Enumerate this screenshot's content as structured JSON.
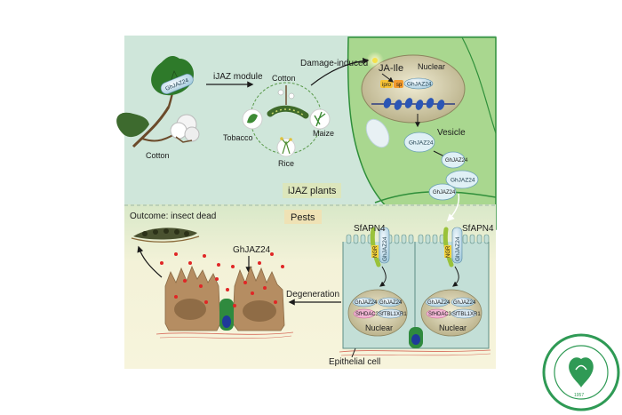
{
  "colors": {
    "top_bg": "#cfe7dc",
    "bottom_bg": "#f5f3d8",
    "cell_green": "#a6d58e",
    "nucleus": "#c9c3a2",
    "epithelial": "#c3dfd7",
    "dead_cell": "#b58d62",
    "red_dot": "#e02626",
    "logo_green": "#2f9a55"
  },
  "labels": {
    "cotton_gene": "GhJAZ24",
    "cotton_plant": "Cotton",
    "ijaz_module": "iJAZ module",
    "cotton_small": "Cotton",
    "tobacco": "Tobacco",
    "maize": "Maize",
    "rice": "Rice",
    "damage_induced": "Damage-induced",
    "ja_ile": "JA-Ile",
    "nuclear_top": "Nuclear",
    "ipro": "ipro",
    "sp": "sp",
    "ghjaz24_nuc": "GhJAZ24",
    "vesicle": "Vesicle",
    "ghjaz24_v1": "GhJAZ24",
    "ghjaz24_v2": "GhJAZ24",
    "ghjaz24_v3": "GhJAZ24",
    "ghjaz24_v4": "GhJAZ24",
    "ijaz_plants": "iJAZ plants",
    "pests": "Pests",
    "outcome": "Outcome: insect dead",
    "ghjaz24_dead": "GhJAZ24",
    "degeneration": "Degeneration",
    "sfapn4_left": "SfAPN4",
    "sfapn4_right": "SfAPN4",
    "ngr_left": "NGR",
    "ngr_right": "NGR",
    "ghjaz24_rec_left": "GhJAZ24",
    "ghjaz24_rec_right": "GhJAZ24",
    "ghjaz24_n1": "GhJAZ24",
    "ghjaz24_n2": "GhJAZ24",
    "ghjaz24_n3": "GhJAZ24",
    "ghjaz24_n4": "GhJAZ24",
    "sfhdac3_left": "SfHDAC3",
    "sfhdac3_right": "SfHDAC3",
    "sftblxr1_left": "SfTBL1XR1",
    "sftblxr1_right": "SfTBL1XR1",
    "nuclear_left": "Nuclear",
    "nuclear_right": "Nuclear",
    "epithelial_cell": "Epithelial cell",
    "logo_year": "1957"
  }
}
